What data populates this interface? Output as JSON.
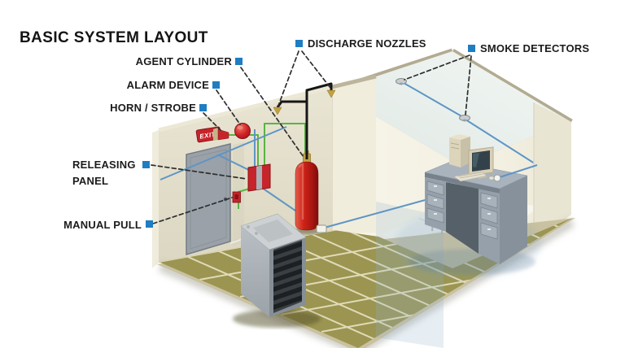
{
  "title": "BASIC SYSTEM LAYOUT",
  "labels": {
    "agent_cylinder": "AGENT CYLINDER",
    "alarm_device": "ALARM DEVICE",
    "horn_strobe": "HORN / STROBE",
    "releasing_line1": "RELEASING",
    "releasing_line2": "PANEL",
    "manual_pull": "MANUAL PULL",
    "discharge_nozzles": "DISCHARGE NOZZLES",
    "smoke_detectors": "SMOKE DETECTORS"
  },
  "exit_sign": "EXIT",
  "colors": {
    "marker_blue": "#1f7dc1",
    "wire_green": "#58b544",
    "conduit_blue": "#5e95c5",
    "device_red": "#c6242a",
    "floor_olive": "#9c9552",
    "wall_cream": "#e2decb",
    "ceiling_tint": "#e9f0ec",
    "leader_dash": "#2e2e2e"
  }
}
